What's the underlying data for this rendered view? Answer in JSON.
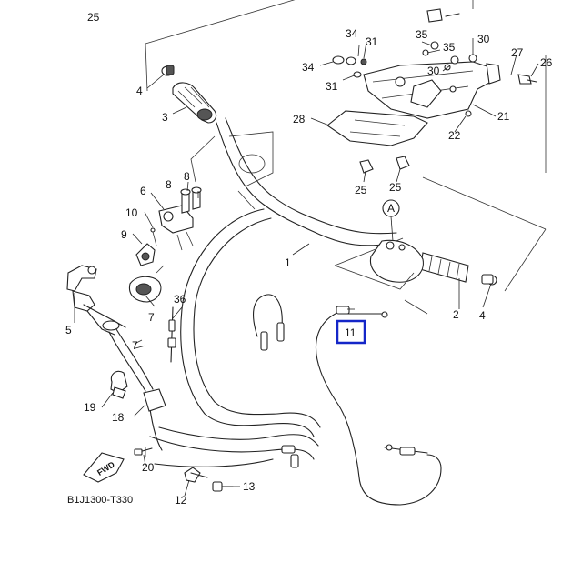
{
  "diagram": {
    "code": "B1J1300-T330",
    "fwd_label": "FWD",
    "view_marker": "A",
    "highlighted_callout": "11"
  },
  "callouts": {
    "c1": "1",
    "c2": "2",
    "c3": "3",
    "c4a": "4",
    "c4b": "4",
    "c5": "5",
    "c6": "6",
    "c7a": "7",
    "c7b": "7",
    "c8a": "8",
    "c8b": "8",
    "c9": "9",
    "c10": "10",
    "c11": "11",
    "c12": "12",
    "c13": "13",
    "c18": "18",
    "c19": "19",
    "c20": "20",
    "c21": "21",
    "c22": "22",
    "c25top": "25",
    "c25a": "25",
    "c25b": "25",
    "c26": "26",
    "c27": "27",
    "c28": "28",
    "c30a": "30",
    "c30b": "30",
    "c31a": "31",
    "c31b": "31",
    "c34a": "34",
    "c34b": "34",
    "c35a": "35",
    "c35b": "35",
    "c36": "36"
  },
  "colors": {
    "highlight": "#1426c8",
    "line": "#222222"
  }
}
